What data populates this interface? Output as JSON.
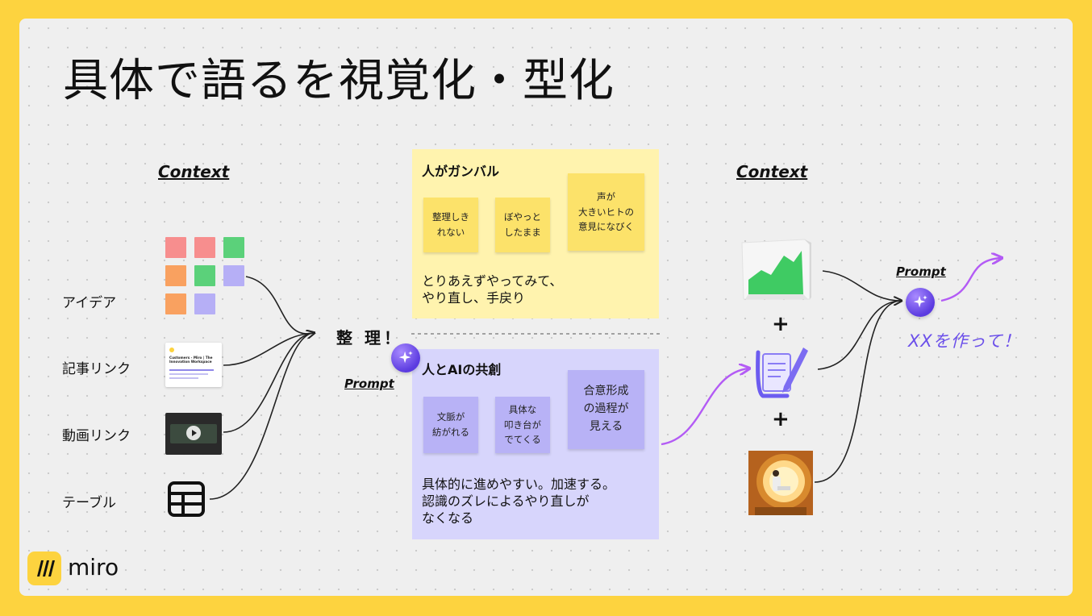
{
  "title": "具体で語るを視覚化・型化",
  "left": {
    "context_label": "Context",
    "rows": [
      {
        "label": "アイデア"
      },
      {
        "label": "記事リンク"
      },
      {
        "label": "動画リンク"
      },
      {
        "label": "テーブル"
      }
    ],
    "article_thumb": {
      "title": "Customers - Miro | The Innovation Workspace"
    }
  },
  "center": {
    "organize_label": "整 理！",
    "prompt_label": "Prompt",
    "human_panel": {
      "title": "人がガンバル",
      "notes": [
        "整理しき\nれない",
        "ぼやっと\nしたまま",
        "声が\n大きいヒトの\n意見になびく"
      ],
      "body": "とりあえずやってみて、\nやり直し、手戻り",
      "color": "#FFF3AE"
    },
    "ai_panel": {
      "title": "人とAIの共創",
      "notes": [
        "文脈が\n紡がれる",
        "具体な\n叩き台が\nでてくる",
        "合意形成\nの過程が\n見える"
      ],
      "body": "具体的に進めやすい。加速する。\n認識のズレによるやり直しが\nなくなる",
      "color": "#D7D5FC"
    }
  },
  "right": {
    "context_label": "Context",
    "plus_1": "+",
    "plus_2": "+",
    "prompt_label": "Prompt",
    "output_text": "XXを作って！"
  },
  "brand": {
    "name": "miro",
    "color": "#FDD33F"
  },
  "colors": {
    "accent_purple": "#B35BF5",
    "background": "#FDD33F",
    "ai_text": "#6B4FEA"
  },
  "icons": [
    "grid-of-sticky-notes",
    "article-thumbnail",
    "video-thumbnail",
    "table-icon",
    "area-chart-3d",
    "document-pen-icon",
    "person-in-circle-image",
    "ai-sparkle-icon",
    "miro-logo"
  ]
}
